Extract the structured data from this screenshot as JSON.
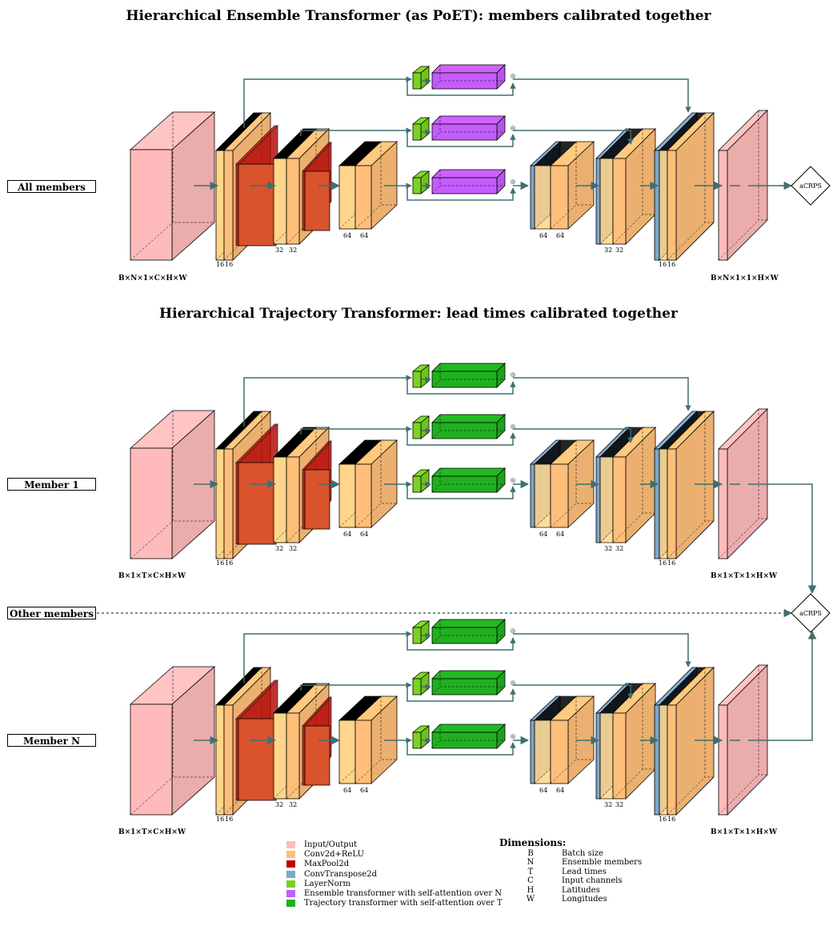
{
  "titles": {
    "top": "Hierarchical Ensemble Transformer (as PoET): members calibrated together",
    "bottom": "Hierarchical Trajectory Transformer: lead times calibrated together"
  },
  "rows": {
    "all": {
      "label": "All members",
      "input_dims": "B×N×1×C×H×W",
      "output_dims": "B×N×1×1×H×W"
    },
    "member1": {
      "label": "Member 1",
      "input_dims": "B×1×T×C×H×W",
      "output_dims": "B×1×T×1×H×W"
    },
    "other": {
      "label": "Other members"
    },
    "memberN": {
      "label": "Member N",
      "input_dims": "B×1×T×C×H×W",
      "output_dims": "B×1×T×1×H×W"
    }
  },
  "loss_label": "aCRPS",
  "channel_labels": {
    "c16": "16",
    "c32": "32",
    "c64": "64"
  },
  "plus_symbol": "⊕",
  "legend": [
    {
      "label": "Input/Output",
      "color": "#ffbbbb"
    },
    {
      "label": "Conv2d+ReLU",
      "color": "#ffbf7a"
    },
    {
      "label": "MaxPool2d",
      "color": "#c00000"
    },
    {
      "label": "ConvTranspose2d",
      "color": "#7ea6cc"
    },
    {
      "label": "LayerNorm",
      "color": "#7ad321"
    },
    {
      "label": "Ensemble transformer with self-attention over N",
      "color": "#c45dfb"
    },
    {
      "label": "Trajectory transformer with self-attention over T",
      "color": "#1fb01f"
    }
  ],
  "dimensions": {
    "title": "Dimensions:",
    "items": [
      {
        "symbol": "B",
        "desc": "Batch size"
      },
      {
        "symbol": "N",
        "desc": "Ensemble members"
      },
      {
        "symbol": "T",
        "desc": "Lead times"
      },
      {
        "symbol": "C",
        "desc": "Input channels"
      },
      {
        "symbol": "H",
        "desc": "Latitudes"
      },
      {
        "symbol": "W",
        "desc": "Longitudes"
      }
    ]
  }
}
